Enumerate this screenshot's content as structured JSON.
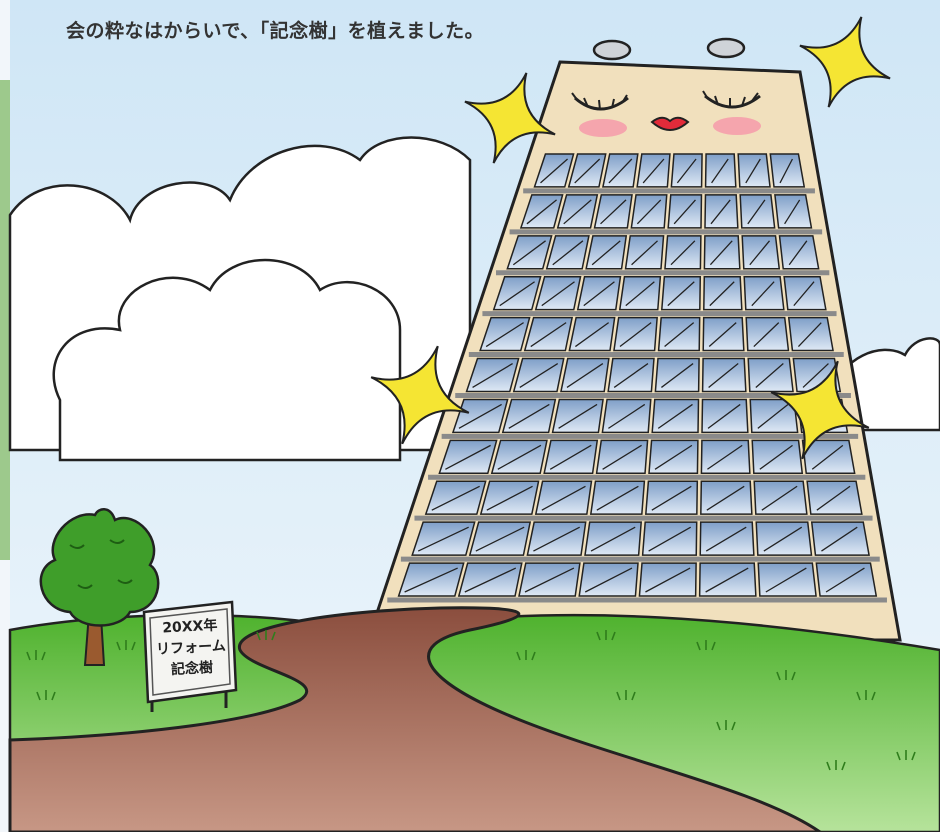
{
  "caption": "会の粋なはからいで、「記念樹」を植えました。",
  "sign": {
    "lines": [
      "20XX年",
      "リフォーム",
      "記念樹"
    ]
  },
  "colors": {
    "sky": "#dcedf8",
    "cloud": "#ffffff",
    "building": "#f3e3c2",
    "window": "#b8cfe8",
    "grass": "#5fbf3c",
    "path": "#b47564",
    "sparkle": "#f5e533",
    "tree": "#3f9e2a"
  }
}
